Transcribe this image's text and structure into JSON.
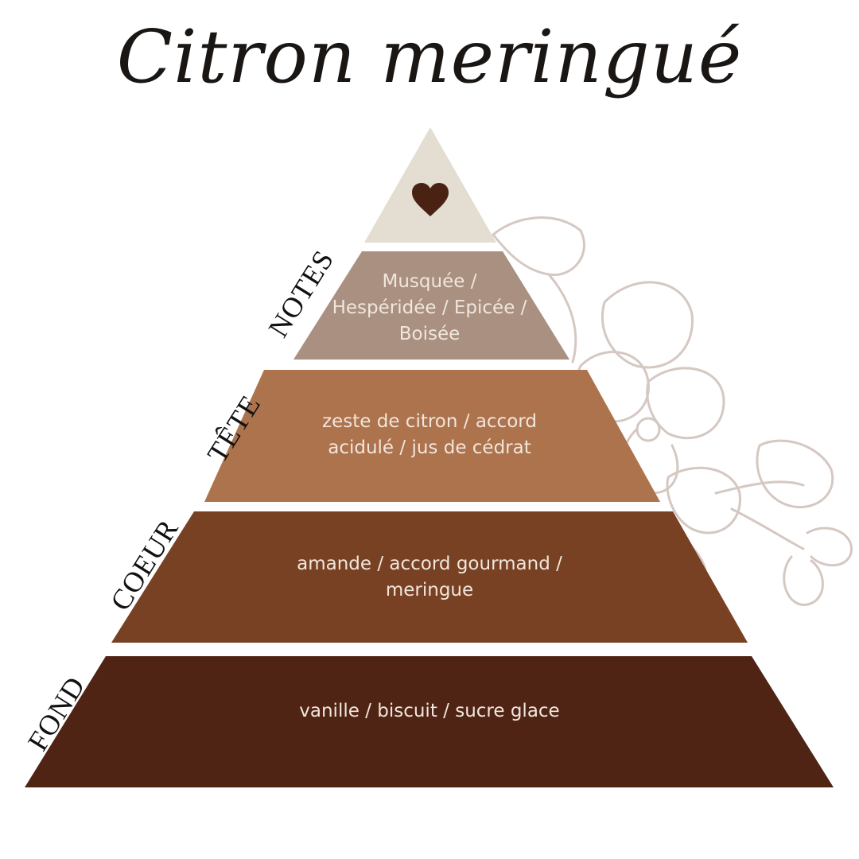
{
  "title": "Citron meringué",
  "icons": {
    "top": "heart-icon",
    "decoration": "flower-outline"
  },
  "colors": {
    "top": "#e3ddd2",
    "notes": "#a99080",
    "tete": "#ad734d",
    "coeur": "#784124",
    "fond": "#4f2415",
    "heart": "#4a2214",
    "flower": "#d5c8c2"
  },
  "tiers": [
    {
      "label": "NOTES",
      "text": "Musquée / Hespéridée / Epicée / Boisée"
    },
    {
      "label": "TÊTE",
      "text": "zeste de citron / accord acidulé / jus de cédrat"
    },
    {
      "label": "COEUR",
      "text": "amande / accord gourmand / meringue"
    },
    {
      "label": "FOND",
      "text": "vanille / biscuit / sucre glace"
    }
  ]
}
